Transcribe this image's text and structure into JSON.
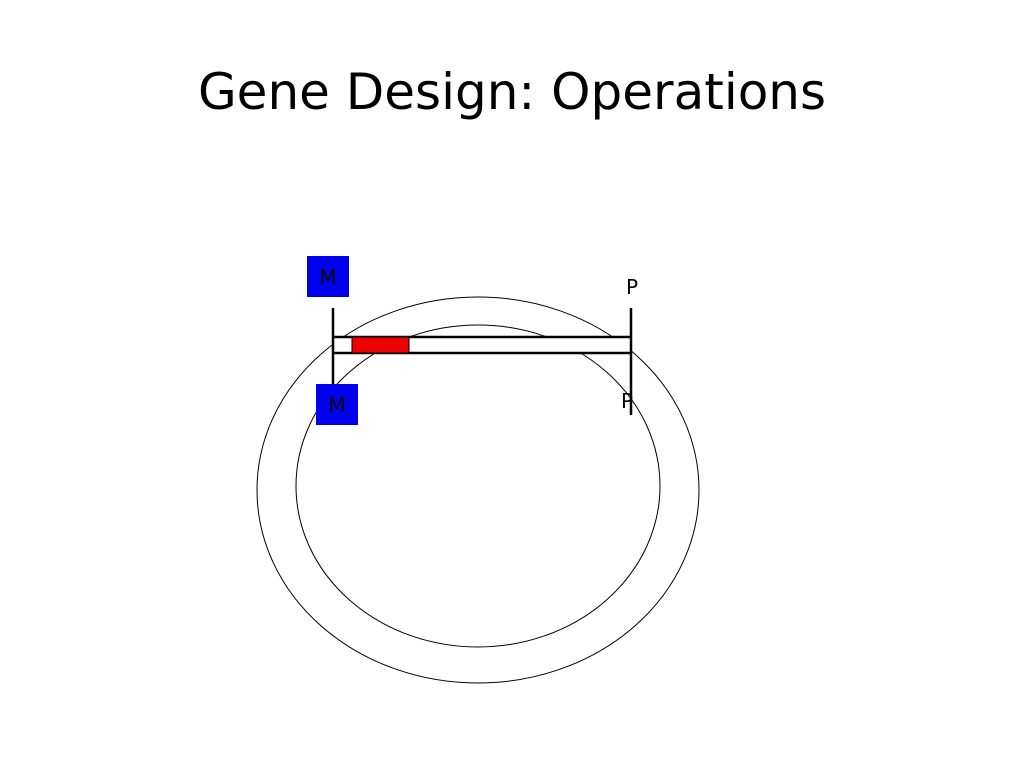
{
  "slide": {
    "title": "Gene Design: Operations"
  },
  "diagram": {
    "site_top_left": "M",
    "site_top_right": "P",
    "site_bottom_left": "M",
    "site_bottom_right": "P",
    "colors": {
      "site_box": "#0000ee",
      "insert": "#ee0000",
      "line": "#000000"
    }
  }
}
